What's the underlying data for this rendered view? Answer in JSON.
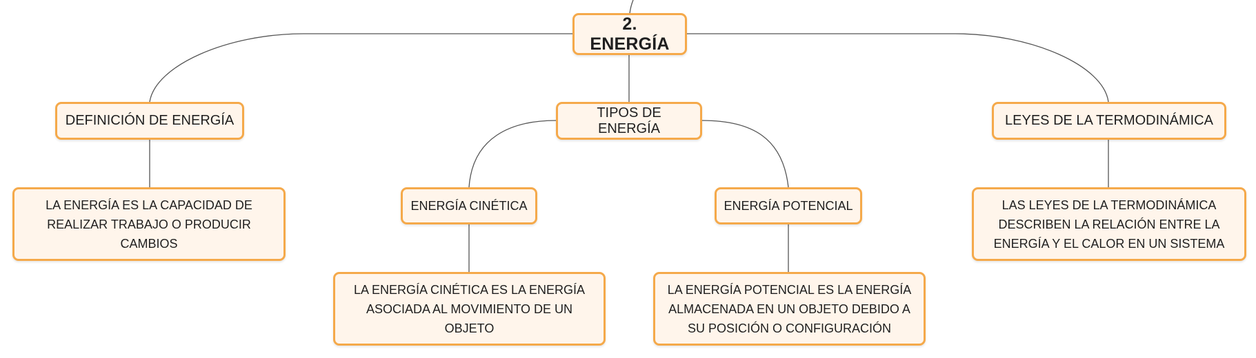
{
  "map": {
    "root": "2. ENERGÍA",
    "definicion": {
      "title": "DEFINICIÓN DE ENERGÍA",
      "desc": "LA ENERGÍA ES LA CAPACIDAD DE REALIZAR TRABAJO O PRODUCIR CAMBIOS"
    },
    "tipos": {
      "title": "TIPOS DE ENERGÍA",
      "cinetica": {
        "title": "ENERGÍA CINÉTICA",
        "desc": "LA ENERGÍA CINÉTICA ES LA ENERGÍA ASOCIADA AL MOVIMIENTO DE UN OBJETO"
      },
      "potencial": {
        "title": "ENERGÍA POTENCIAL",
        "desc": "LA ENERGÍA POTENCIAL ES LA ENERGÍA ALMACENADA EN UN OBJETO DEBIDO A SU POSICIÓN O CONFIGURACIÓN"
      }
    },
    "leyes": {
      "title": "LEYES DE LA TERMODINÁMICA",
      "desc": "LAS LEYES DE LA TERMODINÁMICA DESCRIBEN LA RELACIÓN ENTRE LA ENERGÍA Y EL CALOR EN UN SISTEMA"
    }
  },
  "colors": {
    "node_fill": "#fff5eb",
    "node_border": "#f5a94a",
    "connector": "#555555"
  }
}
